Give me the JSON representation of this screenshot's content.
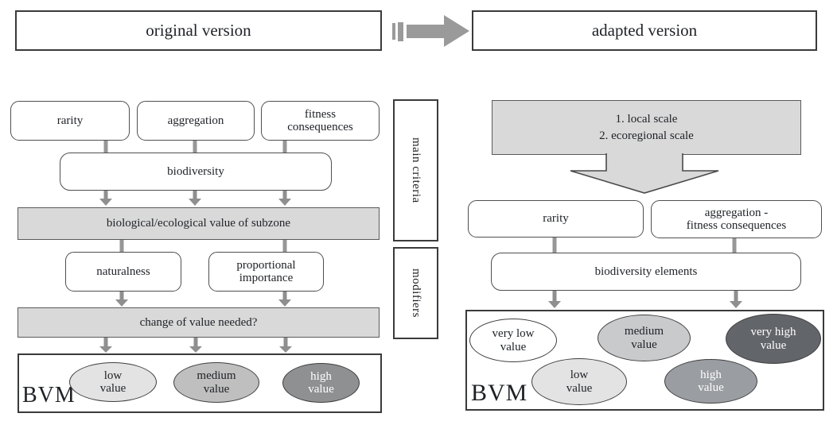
{
  "header": {
    "original_label": "original version",
    "adapted_label": "adapted version",
    "transition_icon": "striped-right-arrow-icon"
  },
  "side_labels": {
    "main_criteria": "main criteria",
    "modifiers": "modifiers"
  },
  "original_flow": {
    "criteria": [
      {
        "label": "rarity"
      },
      {
        "label": "aggregation"
      },
      {
        "label": "fitness\nconsequences"
      }
    ],
    "biodiversity_label": "biodiversity",
    "value_bar_label": "biological/ecological value of subzone",
    "modifier_boxes": [
      {
        "label": "naturalness"
      },
      {
        "label": "proportional\nimportance"
      }
    ],
    "change_bar_label": "change of value needed?",
    "bvm_label": "BVM",
    "values": [
      {
        "label": "low\nvalue",
        "fill": "#e3e3e3",
        "text_color": "#1e2126"
      },
      {
        "label": "medium\nvalue",
        "fill": "#bfbfbf",
        "text_color": "#1e2126"
      },
      {
        "label": "high\nvalue",
        "fill": "#8f9092",
        "text_color": "#ffffff"
      }
    ]
  },
  "adapted_flow": {
    "scale_box_label": "1. local scale\n2. ecoregional scale",
    "criteria": [
      {
        "label": "rarity"
      },
      {
        "label": "aggregation -\nfitness consequences"
      }
    ],
    "biodiversity_label": "biodiversity elements",
    "bvm_label": "BVM",
    "values": [
      {
        "label": "very low\nvalue",
        "fill": "#ffffff",
        "text_color": "#1e2126"
      },
      {
        "label": "medium\nvalue",
        "fill": "#c9cacc",
        "text_color": "#1e2126"
      },
      {
        "label": "very high\nvalue",
        "fill": "#626569",
        "text_color": "#ffffff"
      },
      {
        "label": "low\nvalue",
        "fill": "#e3e3e3",
        "text_color": "#1e2126"
      },
      {
        "label": "high\nvalue",
        "fill": "#9a9da1",
        "text_color": "#ffffff"
      }
    ]
  },
  "colors": {
    "bar_gray": "#d9d9d9",
    "arrow_gray": "#979797",
    "border_dark": "#3a3a3a",
    "text": "#1e2126"
  }
}
